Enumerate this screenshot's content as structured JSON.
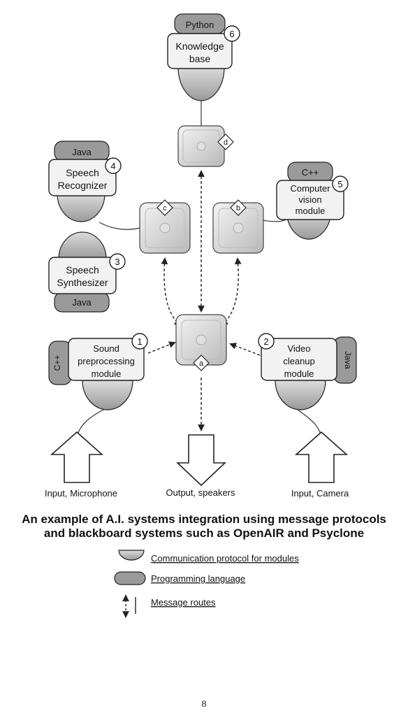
{
  "modules": {
    "knowledge_base": {
      "line1": "Knowledge",
      "line2": "base",
      "language": "Python",
      "number": "6"
    },
    "speech_recognizer": {
      "line1": "Speech",
      "line2": "Recognizer",
      "language": "Java",
      "number": "4"
    },
    "speech_synthesizer": {
      "line1": "Speech",
      "line2": "Synthesizer",
      "language": "Java",
      "number": "3"
    },
    "computer_vision": {
      "line1": "Computer",
      "line2": "vision",
      "line3": "module",
      "language": "C++",
      "number": "5"
    },
    "sound_preprocessing": {
      "line1": "Sound",
      "line2": "preprocessing",
      "line3": "module",
      "language": "C++",
      "number": "1"
    },
    "video_cleanup": {
      "line1": "Video",
      "line2": "cleanup",
      "line3": "module",
      "language": "Java",
      "number": "2"
    }
  },
  "blackboards": {
    "a": "a",
    "b": "b",
    "c": "c",
    "d": "d"
  },
  "io": {
    "input_microphone": "Input, Microphone",
    "output_speakers": "Output, speakers",
    "input_camera": "Input, Camera"
  },
  "caption": {
    "line1": "An example of A.I. systems integration using message protocols",
    "line2": "and blackboard systems such as OpenAIR and Psyclone"
  },
  "legend": {
    "protocol": "Communication protocol for modules",
    "language": "Programming language",
    "routes": "Message routes"
  },
  "page_number": "8"
}
